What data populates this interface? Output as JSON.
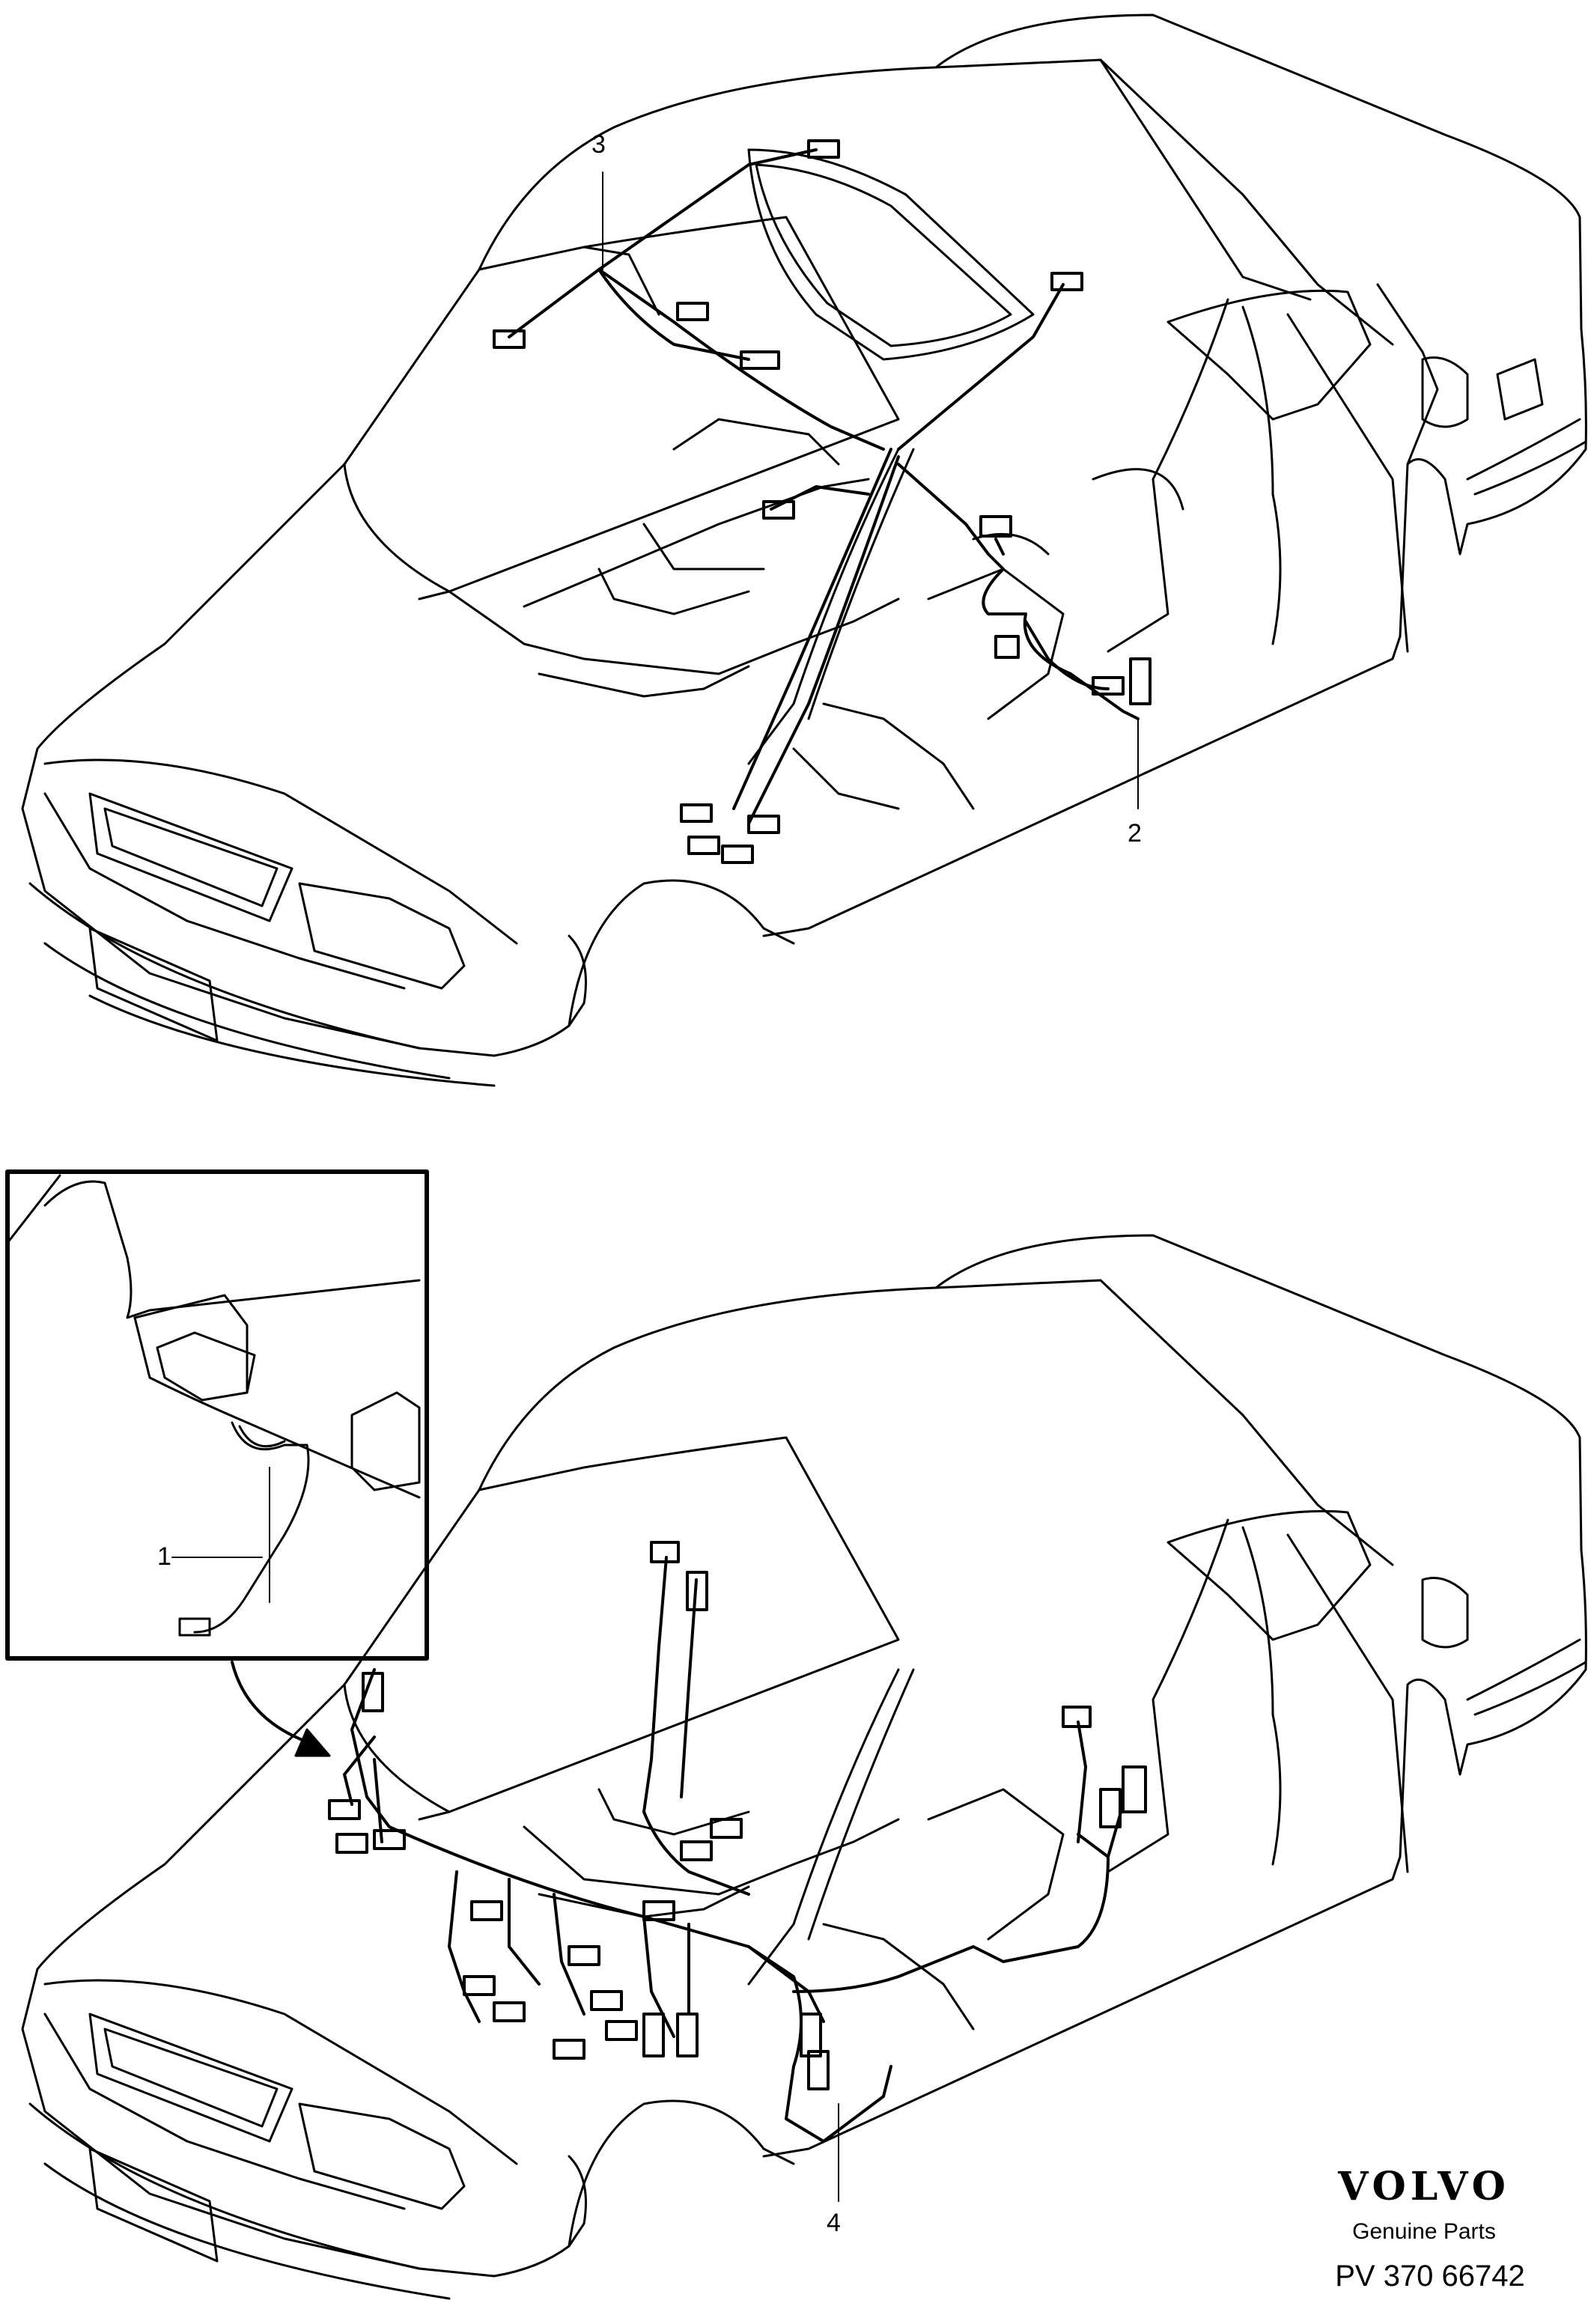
{
  "callouts": {
    "harness_1": "1",
    "harness_2": "2",
    "harness_3": "3",
    "harness_4": "4"
  },
  "brand": {
    "logo_text": "VOLVO",
    "subtitle": "Genuine Parts"
  },
  "reference": "PV 370 66742",
  "colors": {
    "line": "#000000",
    "background": "#ffffff"
  }
}
